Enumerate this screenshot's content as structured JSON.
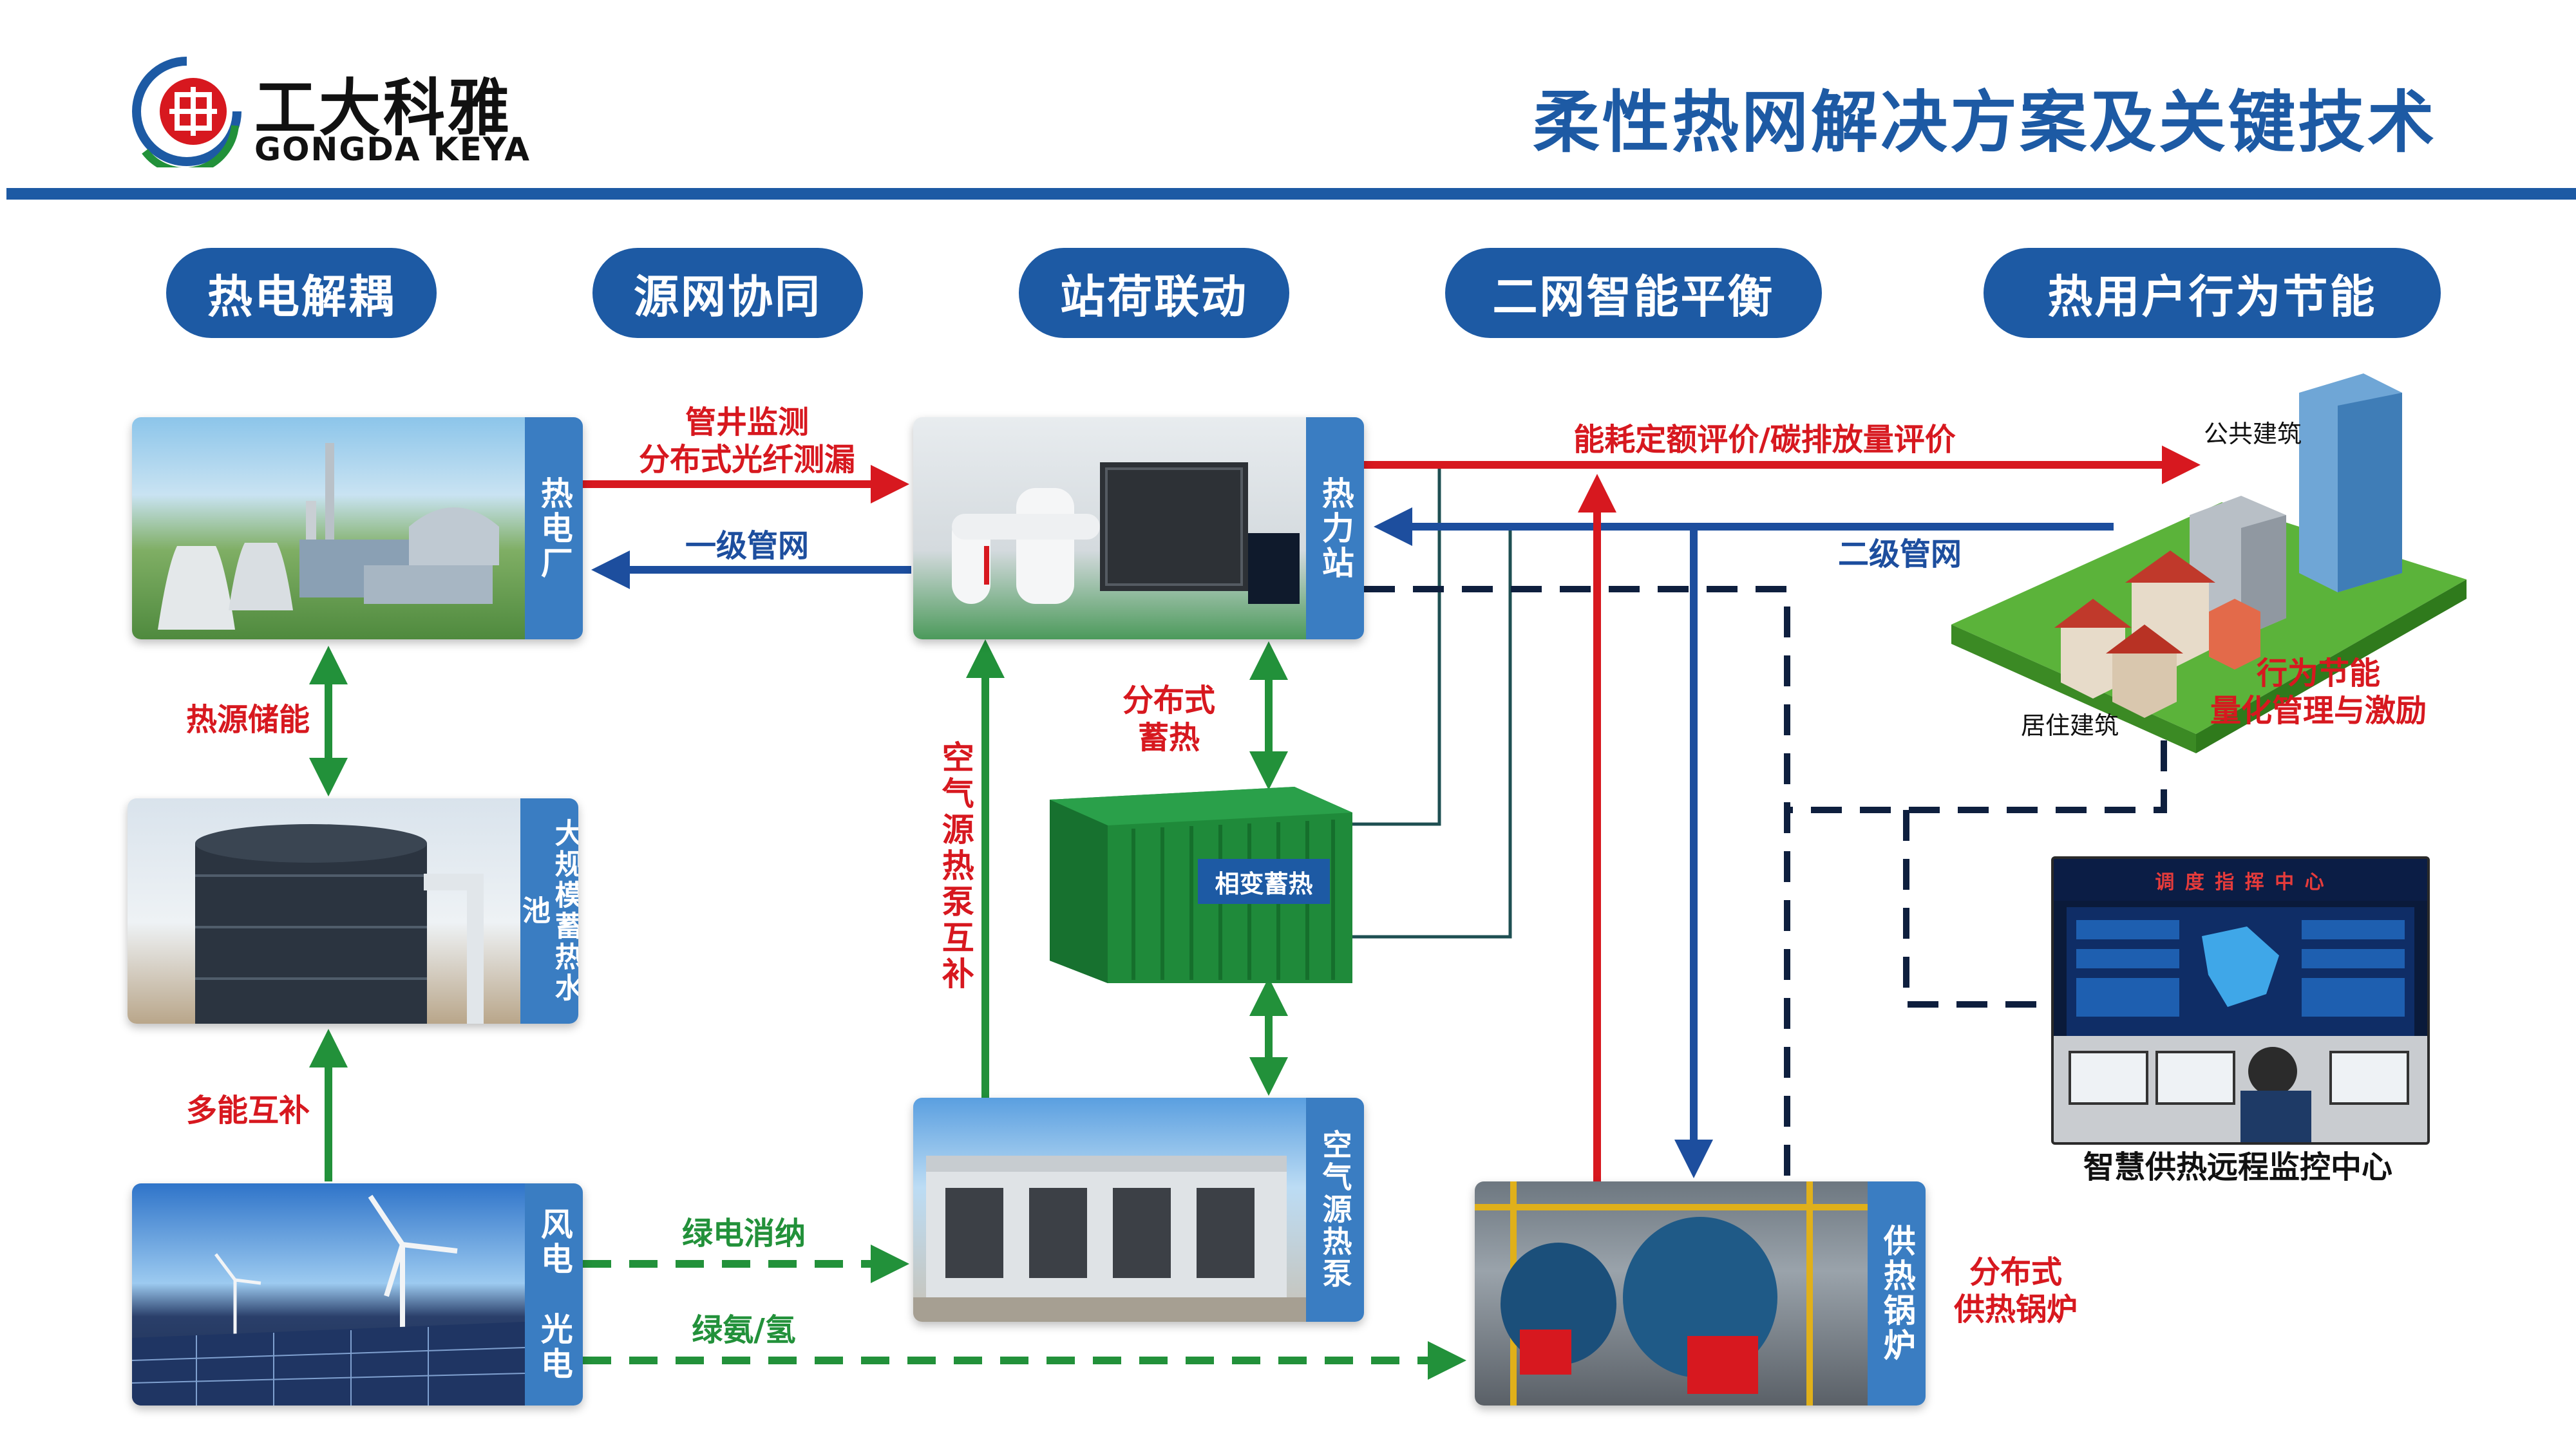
{
  "brand": {
    "cn": "工大科雅",
    "en": "GONGDA KEYA"
  },
  "title": "柔性热网解决方案及关键技术",
  "colors": {
    "accent_blue": "#1d5aa4",
    "red": "#d7181f",
    "green": "#22913a",
    "navy": "#0e1f3e"
  },
  "pills": [
    "热电解耦",
    "源网协同",
    "站荷联动",
    "二网智能平衡",
    "热用户行为节能"
  ],
  "nodes": {
    "power_plant": "热电厂",
    "storage_pool": "大规模蓄热水池",
    "wind_solar": [
      "风电",
      "光电"
    ],
    "heat_station": "热力站",
    "phase_change": "相变蓄热",
    "air_heat_pump": "空气源热泵",
    "boiler": "供热锅炉",
    "public_building": "公共建筑",
    "residential_building": "居住建筑",
    "monitor_center": "智慧供热远程监控中心",
    "screen_banner": "调 度 指 挥 中 心"
  },
  "labels": {
    "pipe_monitor": "管井监测",
    "fiber_leak": "分布式光纤测漏",
    "primary_network": "一级管网",
    "heat_source_storage": "热源储能",
    "multi_energy": "多能互补",
    "green_power": "绿电消纳",
    "green_ammonia": "绿氨/氢",
    "dist_storage_1": "分布式",
    "dist_storage_2": "蓄热",
    "air_pump_comp": "空气源热泵互补",
    "energy_eval": "能耗定额评价/碳排放量评价",
    "secondary_network": "二级管网",
    "behavior_1": "行为节能",
    "behavior_2": "量化管理与激励",
    "dist_boiler_1": "分布式",
    "dist_boiler_2": "供热锅炉"
  }
}
